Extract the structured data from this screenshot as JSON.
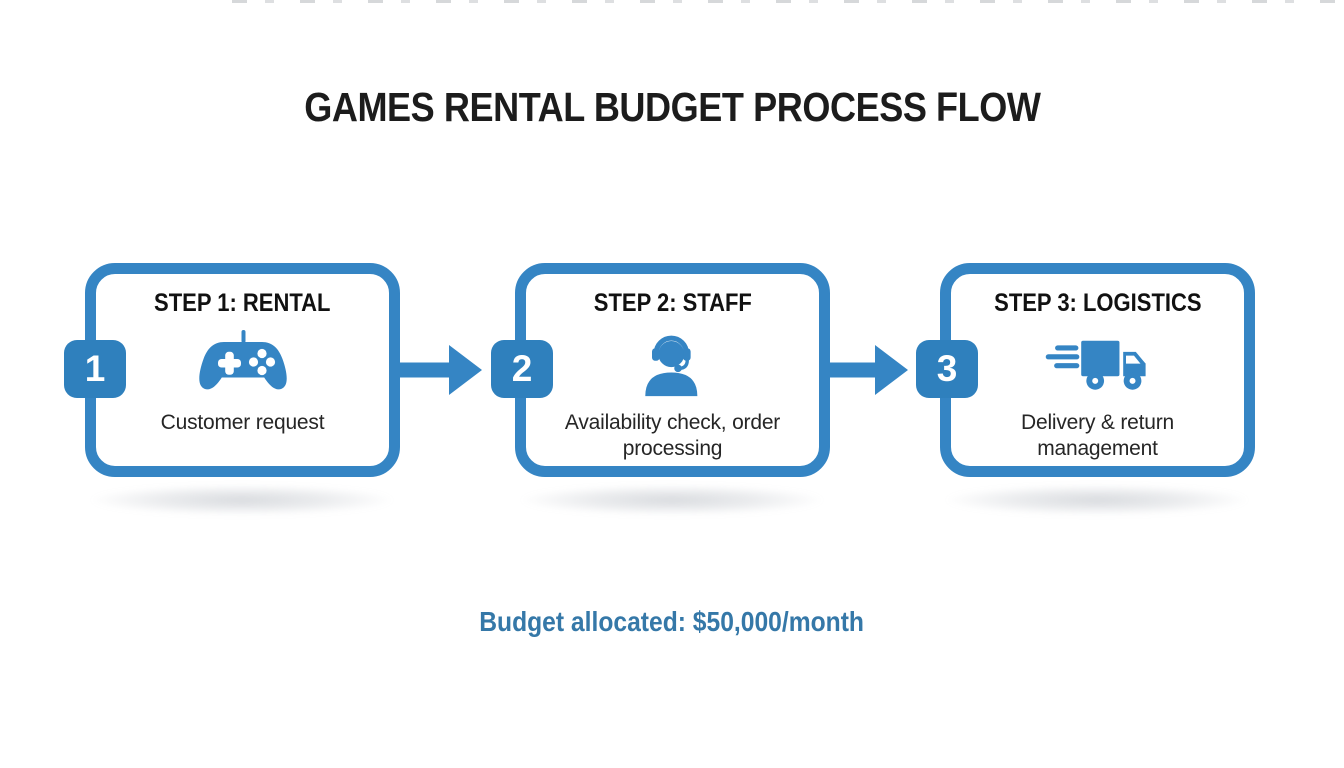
{
  "title": "GAMES RENTAL BUDGET PROCESS FLOW",
  "steps": [
    {
      "number": "1",
      "title": "STEP 1: RENTAL",
      "description": "Customer request",
      "icon": "gamepad-icon"
    },
    {
      "number": "2",
      "title": "STEP 2: STAFF",
      "description": "Availability check, order processing",
      "icon": "headset-agent-icon"
    },
    {
      "number": "3",
      "title": "STEP 3: LOGISTICS",
      "description": "Delivery & return management",
      "icon": "delivery-truck-icon"
    }
  ],
  "arrows": [
    "arrow-right-icon",
    "arrow-right-icon"
  ],
  "footer": {
    "budget_label": "Budget allocated: $50,000/month"
  },
  "colors": {
    "accent": "#3585c4",
    "badge": "#2f80bd",
    "title_text": "#1c1c1c",
    "body_text": "#262626",
    "budget_text": "#3578a8"
  }
}
